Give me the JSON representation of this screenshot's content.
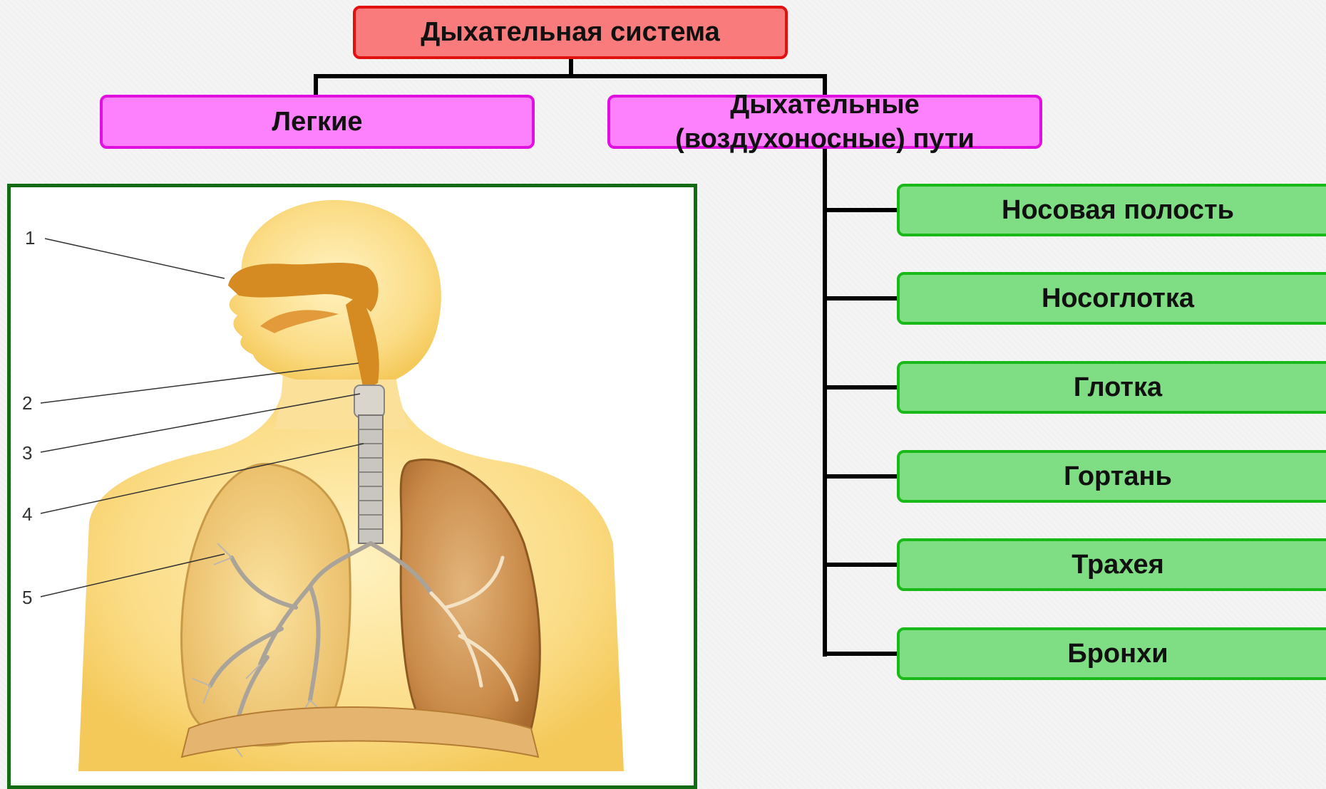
{
  "title": "Дыхательная система",
  "branches": {
    "lungs": "Легкие",
    "airways_line1": "Дыхательные",
    "airways_line2": "(воздухоносные) пути"
  },
  "airway_parts": [
    "Носовая полость",
    "Носоглотка",
    "Глотка",
    "Гортань",
    "Трахея",
    "Бронхи"
  ],
  "figure_labels": [
    "1",
    "2",
    "3",
    "4",
    "5"
  ],
  "colors": {
    "title_fill": "#f97b7b",
    "branch_fill": "#fd80fd",
    "part_fill": "#7fdd84",
    "panel_border": "#136b13"
  }
}
